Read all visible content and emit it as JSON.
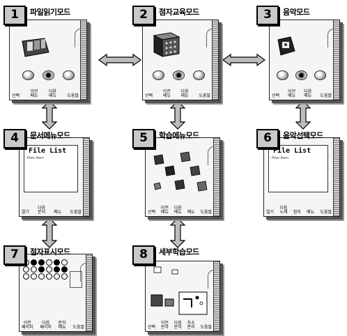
{
  "modes": [
    {
      "num": "1",
      "title": "파일읽기모드",
      "softkeys": [
        "선택",
        "이전\n메뉴",
        "다음\n메뉴",
        "도움말"
      ]
    },
    {
      "num": "2",
      "title": "점자교육모드",
      "softkeys": [
        "선택",
        "이전\n메뉴",
        "다음\n메뉴",
        "도움말"
      ]
    },
    {
      "num": "3",
      "title": "음악모드",
      "softkeys": [
        "선택",
        "이전\n메뉴",
        "다음\n메뉴",
        "도움말"
      ]
    },
    {
      "num": "4",
      "title": "문서메뉴모드",
      "softkeys": [
        "열기",
        "다음\n문서",
        "메뉴",
        "도움말"
      ],
      "list_title": "File List",
      "list_item": "Prev Item"
    },
    {
      "num": "5",
      "title": "학습메뉴모드",
      "softkeys": [
        "선택",
        "이전\n메뉴",
        "다음\n메뉴",
        "메뉴",
        "도움말"
      ]
    },
    {
      "num": "6",
      "title": "음악선택모드",
      "softkeys": [
        "열기",
        "다음\n노래",
        "정지",
        "메뉴",
        "도움말"
      ],
      "list_title": "File List",
      "list_item": "Prev Item"
    },
    {
      "num": "7",
      "title": "점자표시모드",
      "softkeys": [
        "이전\n페이지",
        "다음\n페이지",
        "문자\n메뉴",
        "도움말"
      ]
    },
    {
      "num": "8",
      "title": "세부학습모드",
      "softkeys": [
        "선택",
        "이전\n문자",
        "다음\n문자",
        "자소\n분리",
        "도움말"
      ]
    }
  ]
}
